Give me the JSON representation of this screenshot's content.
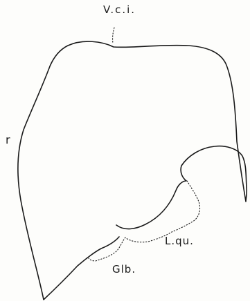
{
  "labels": {
    "vci": "V.c.i.",
    "r": "r",
    "lqu": "L.qu.",
    "glb": "Glb."
  },
  "colors": {
    "ink": "#1a1a1a",
    "paper": "#fdfdfb"
  }
}
